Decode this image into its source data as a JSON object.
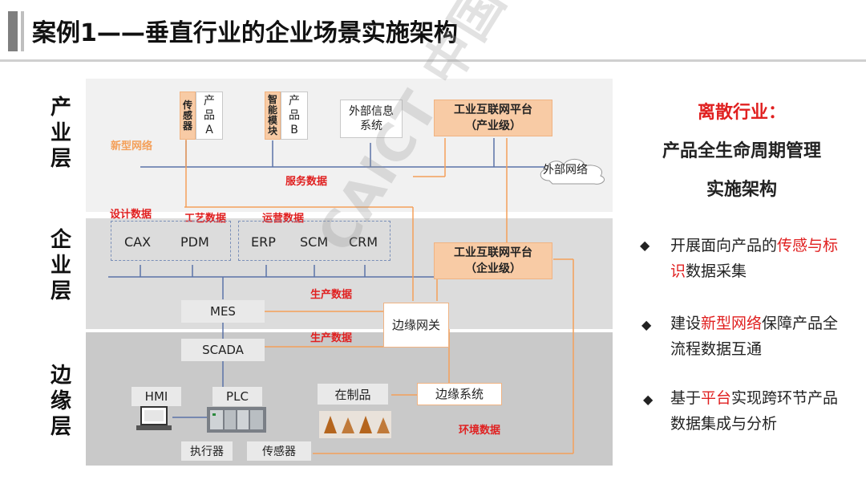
{
  "title": "案例1——垂直行业的企业场景实施架构",
  "layers": [
    "产业层",
    "企业层",
    "边缘层"
  ],
  "industry": {
    "sensor_label": "传感器",
    "product_a": "产品A",
    "smart_module": "智能模块",
    "product_b": "产品B",
    "external_info": "外部信息系统",
    "platform_industry": "工业互联网平台（产业级）",
    "new_network": "新型网络",
    "external_network": "外部网络",
    "service_data": "服务数据"
  },
  "enterprise": {
    "design_data": "设计数据",
    "process_data": "工艺数据",
    "operation_data": "运营数据",
    "cax": "CAX",
    "pdm": "PDM",
    "erp": "ERP",
    "scm": "SCM",
    "crm": "CRM",
    "platform_enterprise": "工业互联网平台（企业级）",
    "production_data_1": "生产数据",
    "mes": "MES"
  },
  "edge": {
    "production_data_2": "生产数据",
    "edge_gateway": "边缘网关",
    "scada": "SCADA",
    "hmi": "HMI",
    "plc": "PLC",
    "wip": "在制品",
    "edge_system": "边缘系统",
    "env_data": "环境数据",
    "actuator": "执行器",
    "sensor": "传感器"
  },
  "right_panel": {
    "heading": "离散行业：",
    "subheading_1": "产品全生命周期管理",
    "subheading_2": "实施架构",
    "bullets": [
      {
        "pre": "开展面向产品的",
        "hl": "传感与标识",
        "post": "数据采集"
      },
      {
        "pre": "建设",
        "hl": "新型网络",
        "post": "保障产品全流程数据互通"
      },
      {
        "pre": "基于",
        "hl": "平台",
        "post": "实现跨环节产品数据集成与分析"
      }
    ]
  },
  "watermark": "CAICT 中国信通院",
  "colors": {
    "accent_red": "#e02020",
    "orange_box": "#f8cba5",
    "orange_line": "#f4a05a",
    "blue_line": "#5b73a8"
  }
}
